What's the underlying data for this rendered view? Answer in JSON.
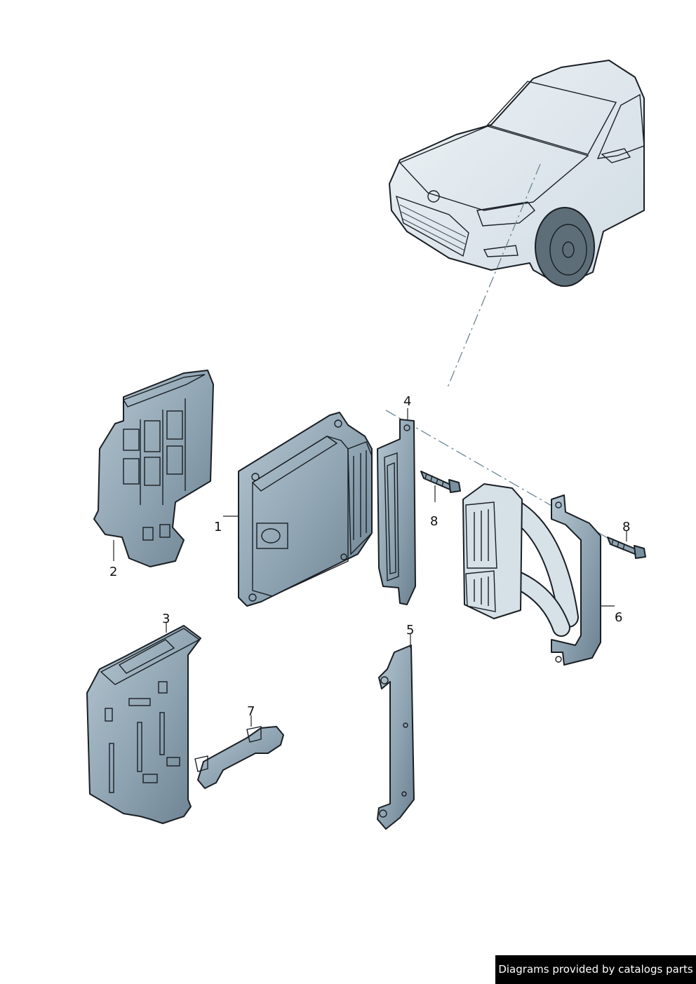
{
  "callouts": {
    "c1": "1",
    "c2": "2",
    "c3": "3",
    "c4": "4",
    "c5": "5",
    "c6": "6",
    "c7": "7",
    "c8a": "8",
    "c8b": "8"
  },
  "footer": {
    "credit": "Diagrams provided by catalogs parts"
  },
  "colors": {
    "part_fill": "#8ea3b1",
    "part_light": "#b4c5d0",
    "part_dark": "#5d7281",
    "car_fill": "#dfe8ee",
    "car_glass": "#c7d6df",
    "dash_line": "#6b8796"
  }
}
